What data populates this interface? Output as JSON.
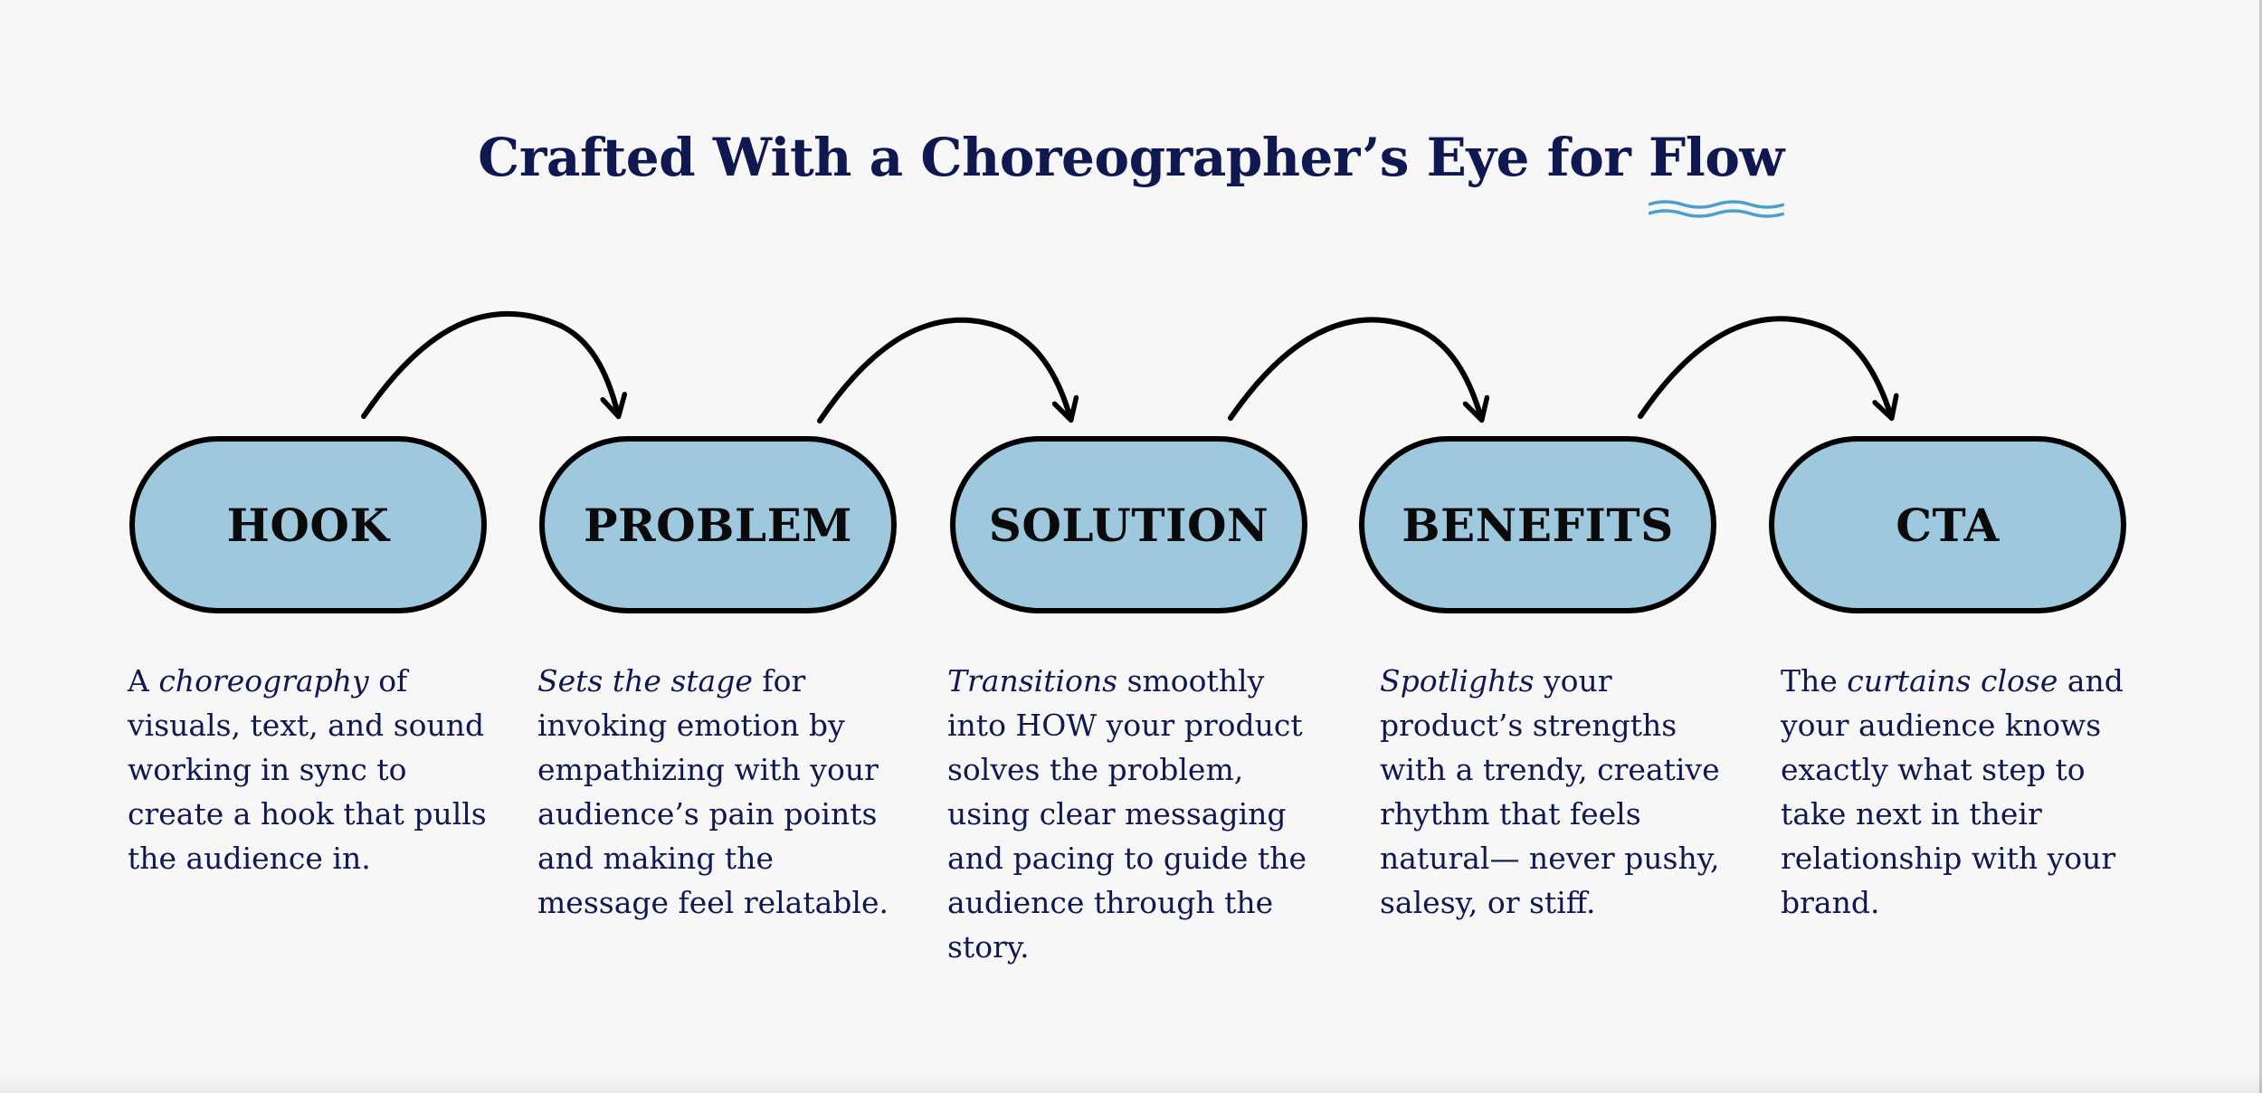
{
  "title": {
    "prefix": "Crafted With a Choreographer’s Eye for ",
    "highlight": "Flow"
  },
  "colors": {
    "title": "#0f1850",
    "pill_fill": "#9dc8de",
    "pill_border": "#000000",
    "wave": "#4a9fcf",
    "background": "#f7f7f7"
  },
  "steps": [
    {
      "label": "HOOK",
      "desc": [
        {
          "t": "A ",
          "i": false
        },
        {
          "t": "choreography",
          "i": true
        },
        {
          "t": " of visuals, text, and sound working in sync to create a hook that pulls the audience in.",
          "i": false
        }
      ]
    },
    {
      "label": "PROBLEM",
      "desc": [
        {
          "t": "Sets the stage",
          "i": true
        },
        {
          "t": " for invoking emotion by empathizing with your audience’s pain points and making the message feel relatable.",
          "i": false
        }
      ]
    },
    {
      "label": "SOLUTION",
      "desc": [
        {
          "t": "Transitions",
          "i": true
        },
        {
          "t": " smoothly into HOW your product solves the problem, using clear messaging and pacing to guide the audience through the story.",
          "i": false
        }
      ]
    },
    {
      "label": "BENEFITS",
      "desc": [
        {
          "t": "Spotlights",
          "i": true
        },
        {
          "t": " your product’s strengths with a trendy, creative rhythm that feels natural— never pushy, salesy, or stiff.",
          "i": false
        }
      ]
    },
    {
      "label": "CTA",
      "desc": [
        {
          "t": "The ",
          "i": false
        },
        {
          "t": "curtains close",
          "i": true
        },
        {
          "t": " and your audience knows exactly what step to take next in their relationship with your brand.",
          "i": false
        }
      ]
    }
  ]
}
